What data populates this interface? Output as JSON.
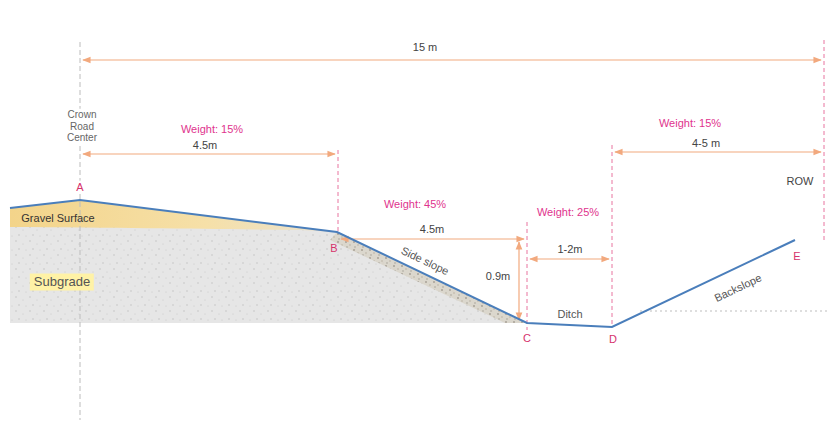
{
  "diagram": {
    "labels": [
      "15 m",
      "Crown Road Center",
      "Weight: 15%",
      "4.5m",
      "A",
      "Gravel Surface",
      "Weight: 45%",
      "4.5m",
      "B",
      "Side slope",
      "0.9m",
      "Subgrade",
      "Weight: 25%",
      "1-2m",
      "Ditch",
      "C",
      "D",
      "Weight: 15%",
      "4-5 m",
      "ROW",
      "Backslope",
      "E"
    ]
  }
}
